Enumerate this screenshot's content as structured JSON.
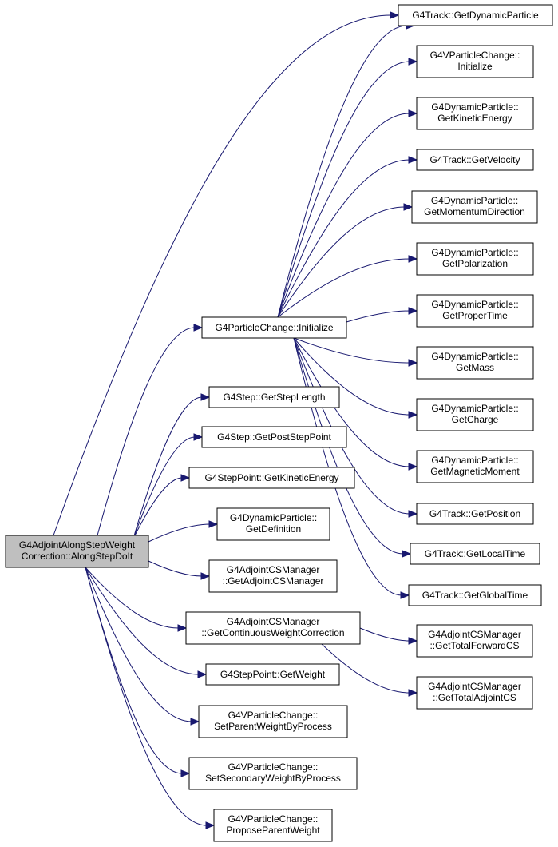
{
  "nodes": {
    "root": [
      "G4AdjointAlongStepWeight",
      "Correction::AlongStepDoIt"
    ],
    "pci": [
      "G4ParticleChange::Initialize"
    ],
    "steplen": [
      "G4Step::GetStepLength"
    ],
    "poststep": [
      "G4Step::GetPostStepPoint"
    ],
    "spke": [
      "G4StepPoint::GetKineticEnergy"
    ],
    "dpdef": [
      "G4DynamicParticle::",
      "GetDefinition"
    ],
    "csmgr": [
      "G4AdjointCSManager",
      "::GetAdjointCSManager"
    ],
    "cwc": [
      "G4AdjointCSManager",
      "::GetContinuousWeightCorrection"
    ],
    "spw": [
      "G4StepPoint::GetWeight"
    ],
    "setparent": [
      "G4VParticleChange::",
      "SetParentWeightByProcess"
    ],
    "setsec": [
      "G4VParticleChange::",
      "SetSecondaryWeightByProcess"
    ],
    "propose": [
      "G4VParticleChange::",
      "ProposeParentWeight"
    ],
    "getdyn": [
      "G4Track::GetDynamicParticle"
    ],
    "vpcinit": [
      "G4VParticleChange::",
      "Initialize"
    ],
    "dpke": [
      "G4DynamicParticle::",
      "GetKineticEnergy"
    ],
    "vel": [
      "G4Track::GetVelocity"
    ],
    "momdir": [
      "G4DynamicParticle::",
      "GetMomentumDirection"
    ],
    "pol": [
      "G4DynamicParticle::",
      "GetPolarization"
    ],
    "ptime": [
      "G4DynamicParticle::",
      "GetProperTime"
    ],
    "mass": [
      "G4DynamicParticle::",
      "GetMass"
    ],
    "charge": [
      "G4DynamicParticle::",
      "GetCharge"
    ],
    "magmom": [
      "G4DynamicParticle::",
      "GetMagneticMoment"
    ],
    "pos": [
      "G4Track::GetPosition"
    ],
    "ltime": [
      "G4Track::GetLocalTime"
    ],
    "gtime": [
      "G4Track::GetGlobalTime"
    ],
    "fwdcs": [
      "G4AdjointCSManager",
      "::GetTotalForwardCS"
    ],
    "adjcs": [
      "G4AdjointCSManager",
      "::GetTotalAdjointCS"
    ]
  },
  "edges": [
    [
      "root",
      "getdyn"
    ],
    [
      "root",
      "pci"
    ],
    [
      "root",
      "steplen"
    ],
    [
      "root",
      "poststep"
    ],
    [
      "root",
      "spke"
    ],
    [
      "root",
      "dpdef"
    ],
    [
      "root",
      "csmgr"
    ],
    [
      "root",
      "cwc"
    ],
    [
      "root",
      "spw"
    ],
    [
      "root",
      "setparent"
    ],
    [
      "root",
      "setsec"
    ],
    [
      "root",
      "propose"
    ],
    [
      "pci",
      "getdyn"
    ],
    [
      "pci",
      "vpcinit"
    ],
    [
      "pci",
      "dpke"
    ],
    [
      "pci",
      "vel"
    ],
    [
      "pci",
      "momdir"
    ],
    [
      "pci",
      "pol"
    ],
    [
      "pci",
      "ptime"
    ],
    [
      "pci",
      "mass"
    ],
    [
      "pci",
      "charge"
    ],
    [
      "pci",
      "magmom"
    ],
    [
      "pci",
      "pos"
    ],
    [
      "pci",
      "ltime"
    ],
    [
      "pci",
      "gtime"
    ],
    [
      "cwc",
      "fwdcs"
    ],
    [
      "cwc",
      "adjcs"
    ]
  ]
}
